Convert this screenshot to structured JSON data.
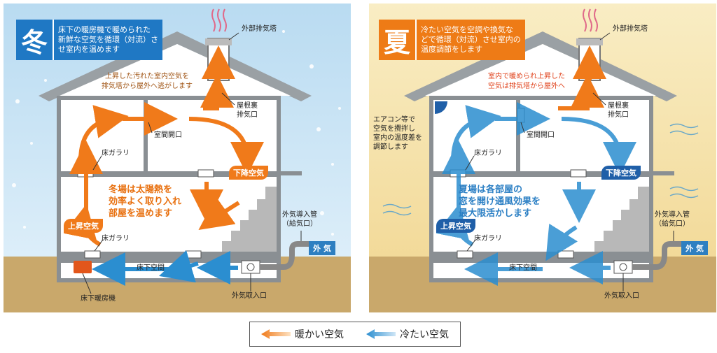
{
  "winter": {
    "season": "冬",
    "description": "床下の暖房機で暖められた\n新鮮な空気を循環（対流）さ\nせ室内を温めます",
    "exhaust_tower": "外部排気塔",
    "roof_note": "上昇した汚れた室内空気を\n排気塔から屋外へ逃がします",
    "attic_vent": "屋根裏\n排気口",
    "room_opening": "室間開口",
    "floor_grille_upper": "床ガラリ",
    "floor_grille_lower": "床ガラリ",
    "down_air": "下降空気",
    "up_air": "上昇空気",
    "main_text": "冬場は太陽熱を\n効率よく取り入れ\n部屋を温めます",
    "intake_pipe": "外気導入管\n（給気口）",
    "outside_air": "外 気",
    "underfloor": "床下空間",
    "heater": "床下暖房機",
    "air_intake": "外気取入口"
  },
  "summer": {
    "season": "夏",
    "description": "冷たい空気を空調や換気な\nどで循環（対流）させ室内の\n温度調節をします",
    "exhaust_tower": "外部排気塔",
    "roof_note": "室内で暖められ上昇した\n空気は排気塔から屋外へ",
    "attic_vent": "屋根裏\n排気口",
    "ac_note": "エアコン等で\n空気を攪拌し\n室内の温度差を\n調節します",
    "room_opening": "室間開口",
    "floor_grille_upper": "床ガラリ",
    "floor_grille_lower": "床ガラリ",
    "down_air": "下降空気",
    "up_air": "上昇空気",
    "main_text": "夏場は各部屋の\n窓を開け通風効果を\n最大限活かします",
    "intake_pipe": "外気導入管\n（給気口）",
    "outside_air": "外 気",
    "underfloor": "床下空間",
    "air_intake": "外気取入口"
  },
  "legend": {
    "warm": "暖かい空気",
    "cool": "冷たい空気"
  },
  "colors": {
    "winter_sky": "#cfe6f5",
    "summer_sky": "#f5e4a6",
    "ground": "#c9a86b",
    "warm": "#f07a1a",
    "cool": "#2b8ed0",
    "winter_box": "#1f78c4",
    "summer_box": "#ee7b16"
  }
}
